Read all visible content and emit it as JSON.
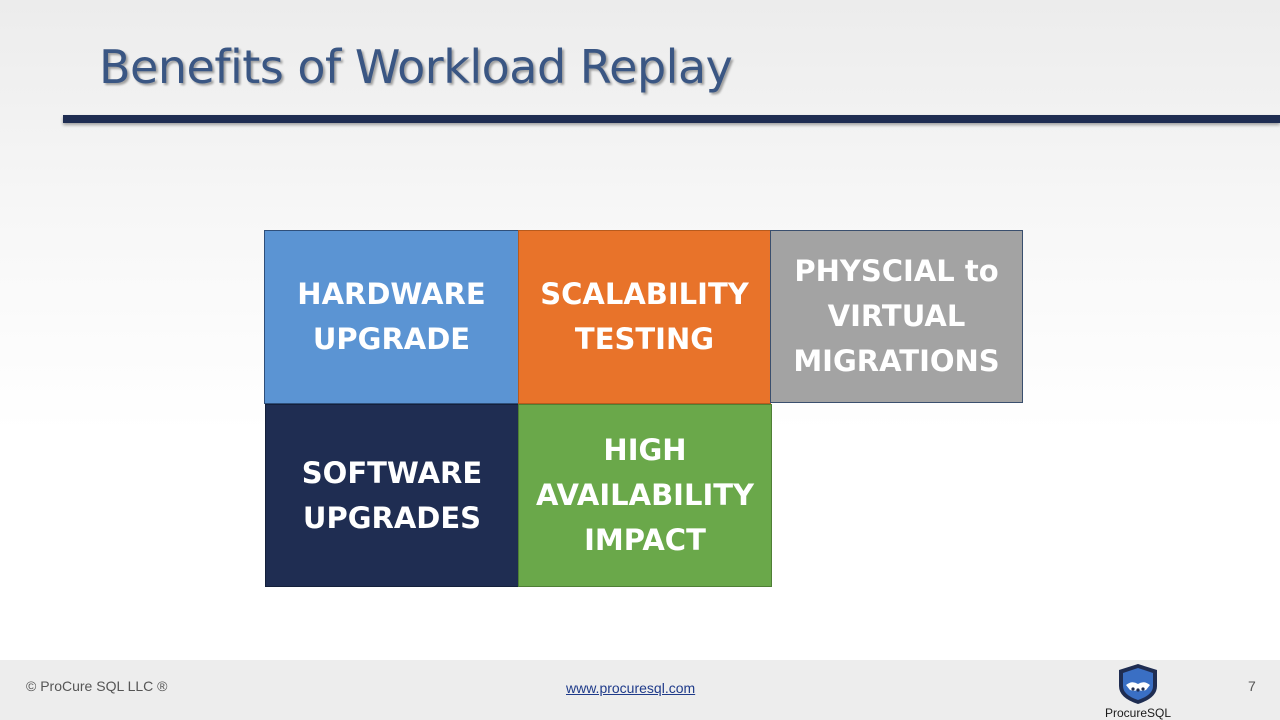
{
  "slide": {
    "title": "Benefits of Workload Replay",
    "tiles": [
      {
        "label": "HARDWARE\nUPGRADE",
        "color": "#5b94d3"
      },
      {
        "label": "SCALABILITY\nTESTING",
        "color": "#e8732a"
      },
      {
        "label": "PHYSCIAL to\nVIRTUAL\nMIGRATIONS",
        "color": "#a3a3a3"
      },
      {
        "label": "SOFTWARE\nUPGRADES",
        "color": "#1f2d52"
      },
      {
        "label": "HIGH\nAVAILABILITY\nIMPACT",
        "color": "#6aa84a"
      }
    ]
  },
  "footer": {
    "copyright": "© ProCure SQL LLC ®",
    "link": "www.procuresql.com",
    "logo_text": "ProcureSQL",
    "logo_icon": "shield-handshake-icon",
    "page_number": "7"
  },
  "colors": {
    "title": "#3a5683",
    "rule": "#1f2d52"
  }
}
